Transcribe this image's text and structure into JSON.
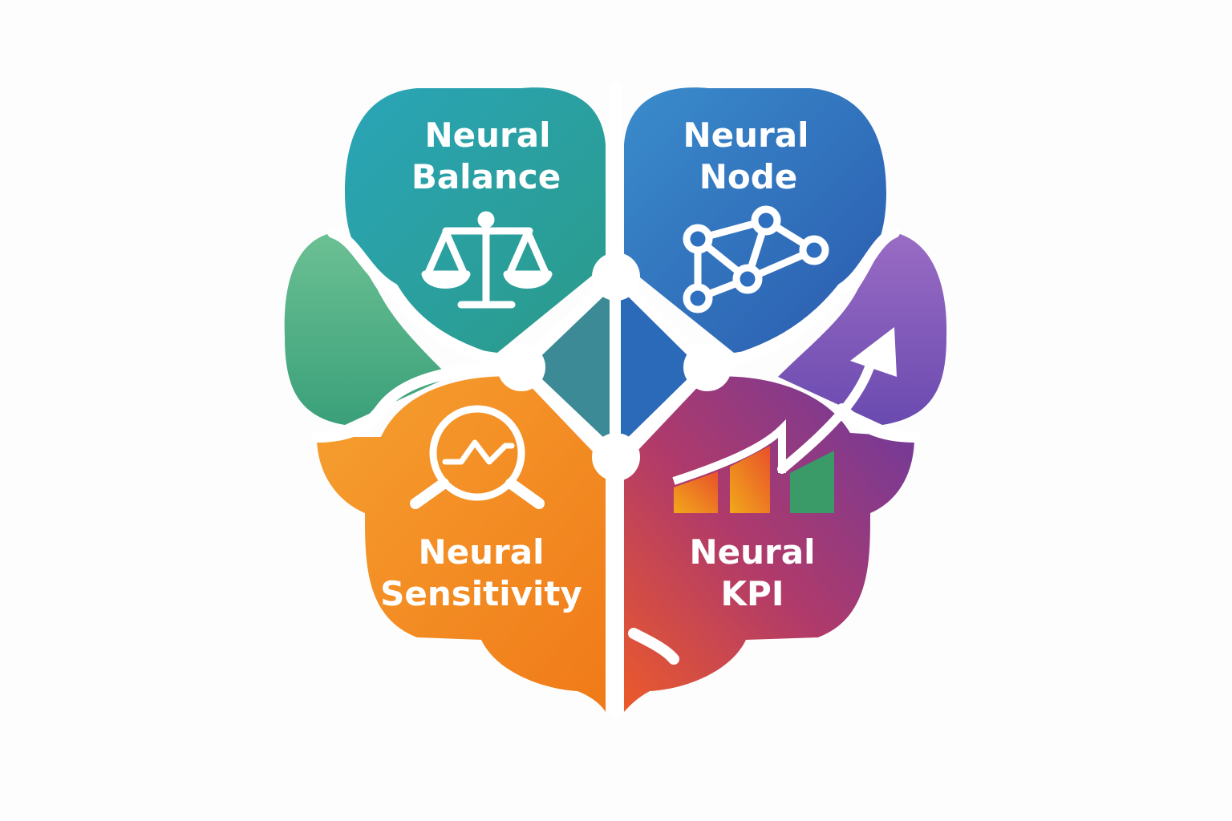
{
  "quadrants": {
    "top_left": {
      "line1": "Neural",
      "line2": "Balance",
      "icon": "scales-icon",
      "color": "#2a9fa8"
    },
    "top_right": {
      "line1": "Neural",
      "line2": "Node",
      "icon": "network-nodes-icon",
      "color": "#2f6fc0"
    },
    "bottom_left": {
      "line1": "Neural",
      "line2": "Sensitivity",
      "icon": "magnifier-chart-icon",
      "color": "#f28a1e"
    },
    "bottom_right": {
      "line1": "Neural",
      "line2": "KPI",
      "icon": "bar-chart-arrow-icon",
      "color": "#7a4aa8"
    }
  },
  "colors": {
    "green": "#5cb585",
    "purple": "#8a5cb8",
    "red": "#e4503a",
    "white": "#ffffff"
  }
}
